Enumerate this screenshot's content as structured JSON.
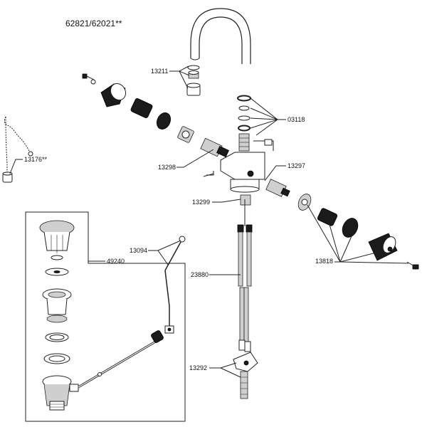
{
  "diagram": {
    "title": "62821/62021**",
    "part_labels": {
      "p13211": "13211",
      "p03118": "03118",
      "p13176": "13176**",
      "p13298": "13298",
      "p13297": "13297",
      "p13299": "13299",
      "p13094": "13094",
      "p49240": "49240",
      "p23880": "23880",
      "p13818": "13818",
      "p13292": "13292"
    }
  }
}
